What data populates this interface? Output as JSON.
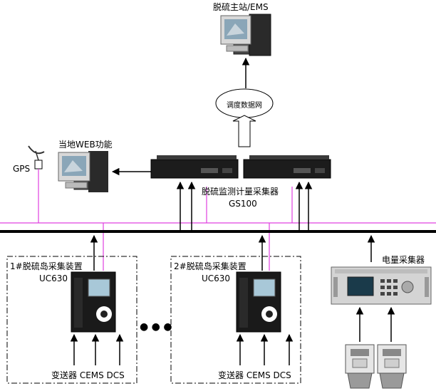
{
  "labels": {
    "master_station": "脱硫主站/EMS",
    "dispatch_network": "调度数据网",
    "local_web": "当地WEB功能",
    "gps": "GPS",
    "collector_name": "脱硫监测计量采集器",
    "collector_model": "GS100",
    "island1_title": "1#脱硫岛采集装置",
    "island1_model": "UC630",
    "island2_title": "2#脱硫岛采集装置",
    "island2_model": "UC630",
    "power_collector": "电量采集器",
    "inputs1": "变送器 CEMS DCS",
    "inputs2": "变送器 CEMS DCS",
    "ellipsis": "● ● ●"
  },
  "colors": {
    "bus": "#000000",
    "link": "#e040e0"
  }
}
